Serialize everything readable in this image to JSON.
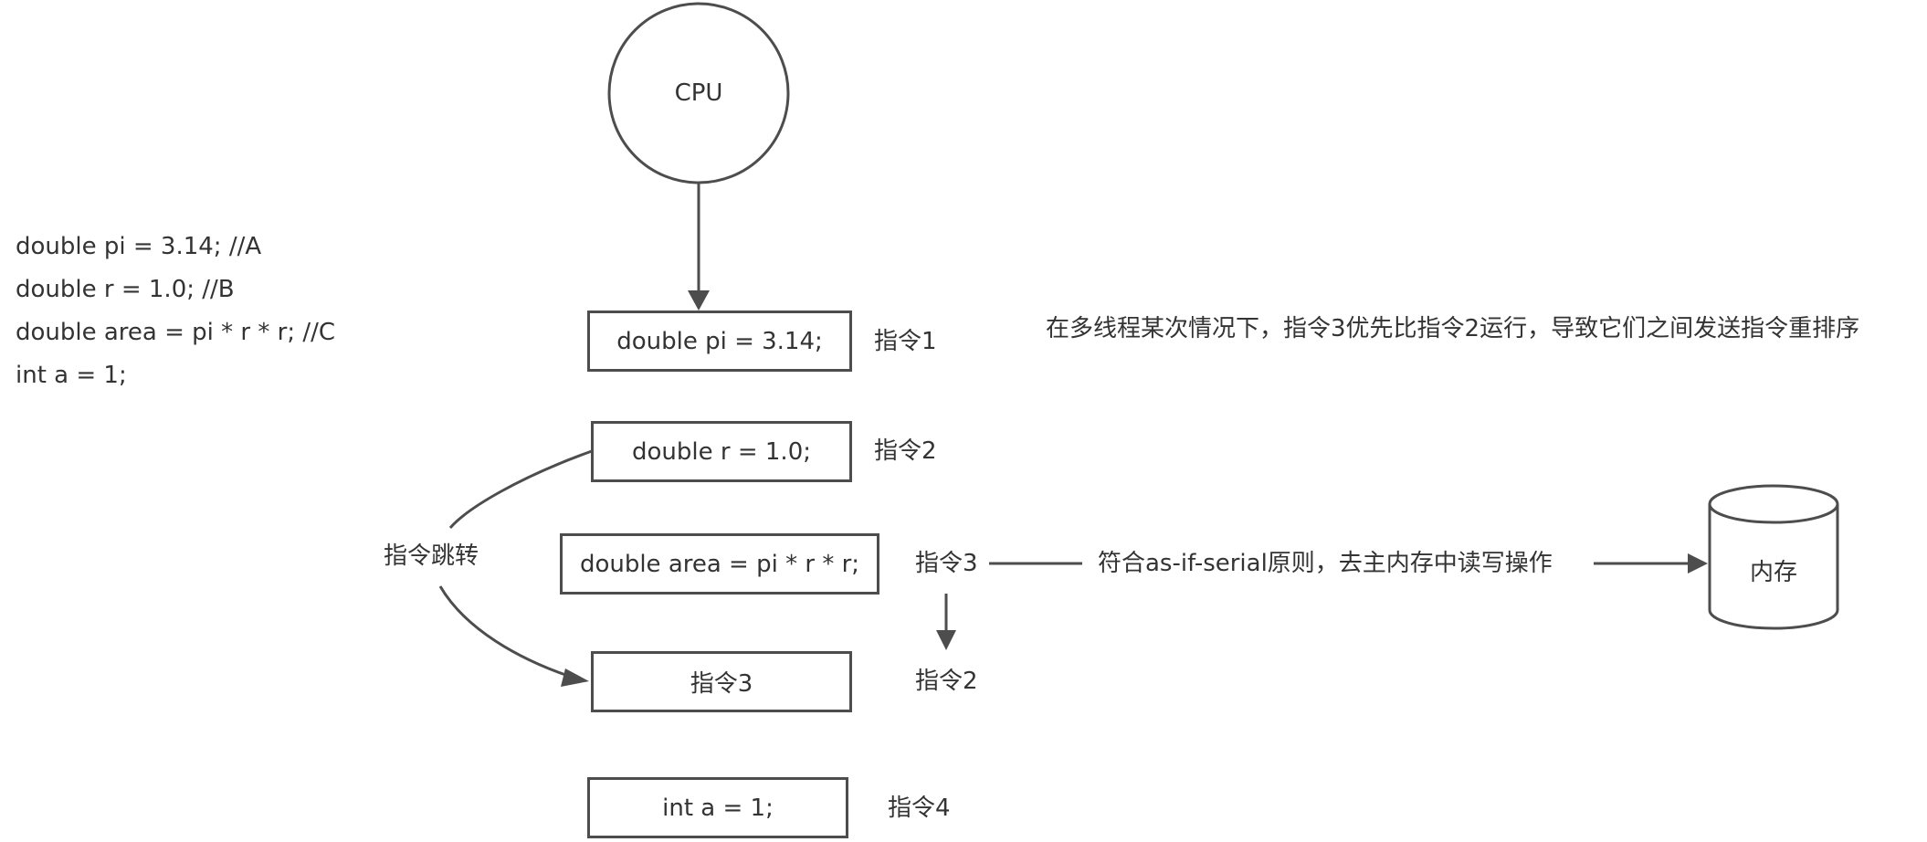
{
  "cpu": {
    "label": "CPU"
  },
  "code": {
    "lines": [
      "double pi = 3.14; //A",
      "double r = 1.0; //B",
      "double area = pi * r * r; //C",
      "int a = 1;"
    ]
  },
  "instructions": [
    {
      "box_text": "double pi = 3.14;",
      "label": "指令1"
    },
    {
      "box_text": "double r = 1.0;",
      "label": "指令2"
    },
    {
      "box_text": "double area = pi * r * r;",
      "label": "指令3"
    },
    {
      "box_text": "指令3",
      "label": "指令2"
    },
    {
      "box_text": "int a = 1;",
      "label": "指令4"
    }
  ],
  "annotations": {
    "reorder_note": "在多线程某次情况下，指令3优先比指令2运行，导致它们之间发送指令重排序",
    "jump_label": "指令跳转",
    "serial_note": "符合as-if-serial原则，去主内存中读写操作"
  },
  "memory": {
    "label": "内存"
  },
  "colors": {
    "stroke": "#4d4d4d",
    "text": "#333333",
    "background": "#ffffff"
  }
}
